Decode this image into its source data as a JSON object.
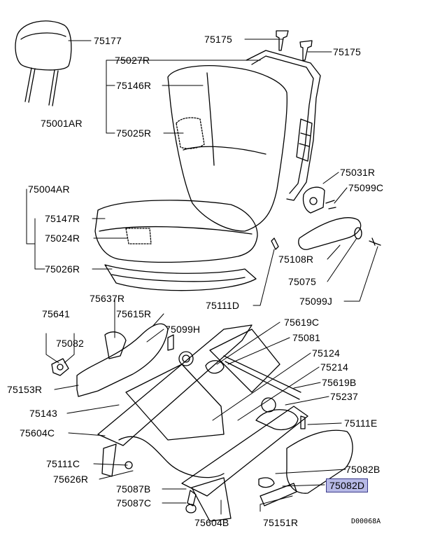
{
  "diagram": {
    "code": "D00068A",
    "highlight_color": "#b7b9e6",
    "labels": [
      {
        "id": "l0",
        "text": "75177"
      },
      {
        "id": "l1",
        "text": "75175"
      },
      {
        "id": "l2",
        "text": "75175"
      },
      {
        "id": "l3",
        "text": "75027R"
      },
      {
        "id": "l4",
        "text": "75146R"
      },
      {
        "id": "l5",
        "text": "75001AR"
      },
      {
        "id": "l6",
        "text": "75025R"
      },
      {
        "id": "l7",
        "text": "75031R"
      },
      {
        "id": "l8",
        "text": "75099C"
      },
      {
        "id": "l9",
        "text": "75004AR"
      },
      {
        "id": "l10",
        "text": "75147R"
      },
      {
        "id": "l11",
        "text": "75024R"
      },
      {
        "id": "l12",
        "text": "75026R"
      },
      {
        "id": "l13",
        "text": "75108R"
      },
      {
        "id": "l14",
        "text": "75075"
      },
      {
        "id": "l15",
        "text": "75099J"
      },
      {
        "id": "l16",
        "text": "75111D"
      },
      {
        "id": "l17",
        "text": "75637R"
      },
      {
        "id": "l18",
        "text": "75615R"
      },
      {
        "id": "l19",
        "text": "75641"
      },
      {
        "id": "l20",
        "text": "75082"
      },
      {
        "id": "l21",
        "text": "75099H"
      },
      {
        "id": "l22",
        "text": "75619C"
      },
      {
        "id": "l23",
        "text": "75081"
      },
      {
        "id": "l24",
        "text": "75124"
      },
      {
        "id": "l25",
        "text": "75214"
      },
      {
        "id": "l26",
        "text": "75619B"
      },
      {
        "id": "l27",
        "text": "75237"
      },
      {
        "id": "l28",
        "text": "75153R"
      },
      {
        "id": "l29",
        "text": "75143"
      },
      {
        "id": "l30",
        "text": "75604C"
      },
      {
        "id": "l31",
        "text": "75111E"
      },
      {
        "id": "l32",
        "text": "75111C"
      },
      {
        "id": "l33",
        "text": "75626R"
      },
      {
        "id": "l34",
        "text": "75082B"
      },
      {
        "id": "l35",
        "text": "75082D",
        "highlighted": true
      },
      {
        "id": "l36",
        "text": "75087B"
      },
      {
        "id": "l37",
        "text": "75087C"
      },
      {
        "id": "l38",
        "text": "75604B"
      },
      {
        "id": "l39",
        "text": "75151R"
      }
    ]
  }
}
